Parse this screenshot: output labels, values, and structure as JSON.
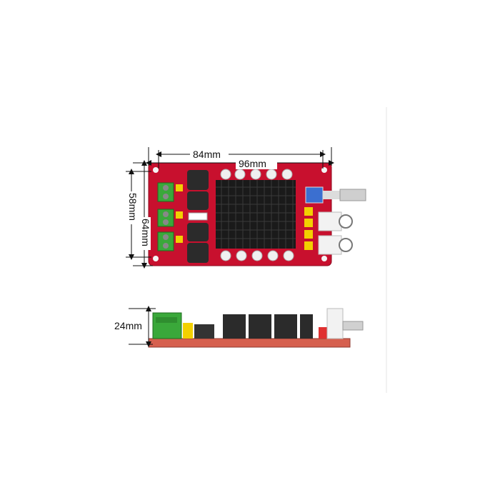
{
  "dimensions": {
    "inner_width": "84mm",
    "outer_width": "96mm",
    "inner_height": "58mm",
    "outer_height": "64mm",
    "side_height": "24mm"
  },
  "colors": {
    "pcb": "#c8102e",
    "heatsink": "#1a1a1a",
    "terminal": "#3aa83a",
    "cap_yellow": "#f2d000",
    "inductor": "#2b2b2b"
  }
}
